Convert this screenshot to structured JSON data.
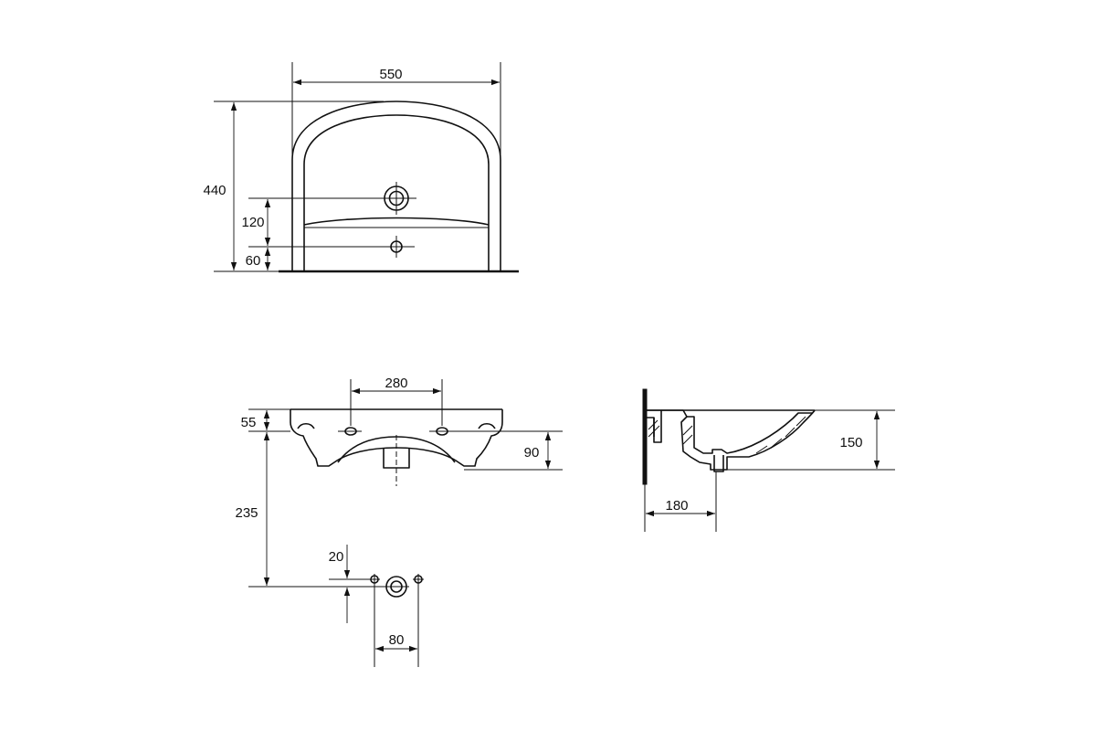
{
  "top_view": {
    "width_label": "550",
    "depth_label": "440",
    "tap_hole_offset_label": "120",
    "drain_offset_label": "60"
  },
  "front_view": {
    "hole_spacing_label": "280",
    "top_offset_label": "55",
    "bowl_height_label": "90",
    "fixing_height_label": "235"
  },
  "side_view": {
    "height_label": "150",
    "drain_distance_label": "180"
  },
  "fixings": {
    "vertical_offset_label": "20",
    "horizontal_spacing_label": "80"
  }
}
